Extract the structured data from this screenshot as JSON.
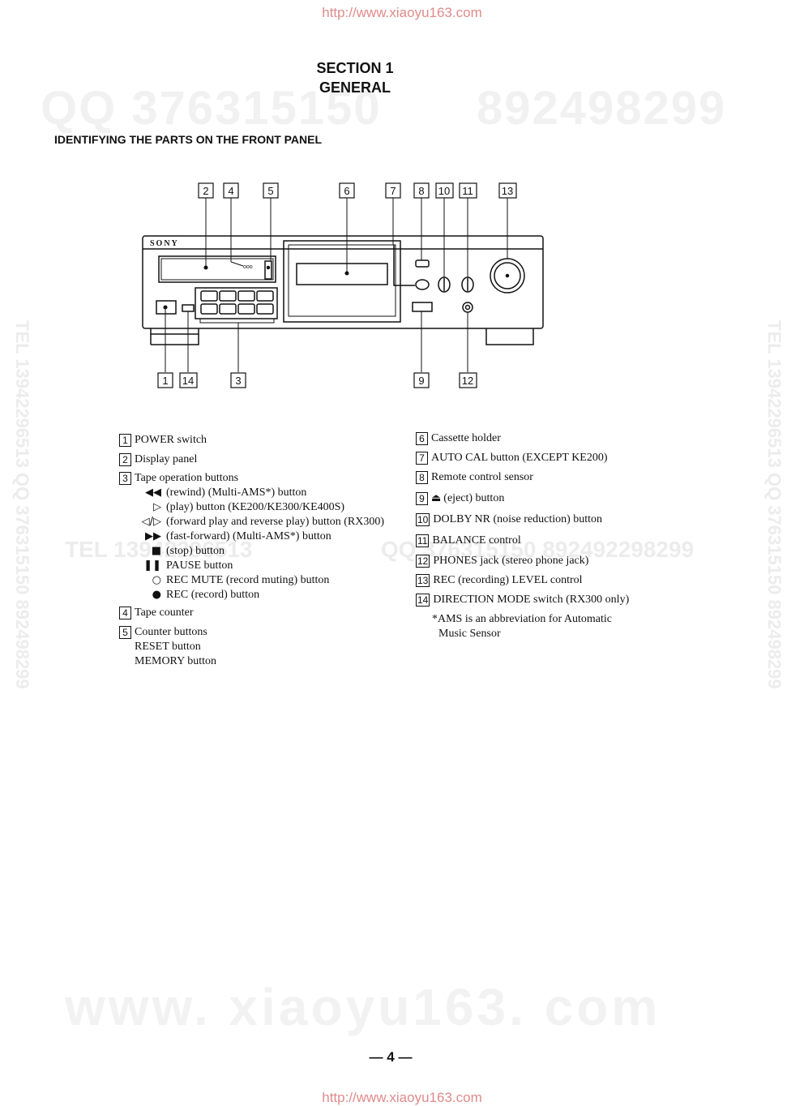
{
  "url": "http://www.xiaoyu163.com",
  "watermarks": {
    "qq_top_left": "QQ 376315150",
    "qq_top_right": "892498299",
    "tel_mid": "TEL 13942296513",
    "qq_mid": "QQ 376315150 892492298299",
    "site": "www. xiaoyu163. com",
    "vertical": "TEL 13942296513 QQ 376315150 892498299"
  },
  "section": {
    "line1": "SECTION 1",
    "line2": "GENERAL"
  },
  "subheading": "IDENTIFYING THE PARTS ON THE FRONT PANEL",
  "panel": {
    "brand": "SONY",
    "callouts_top": [
      "2",
      "4",
      "5",
      "6",
      "7",
      "8",
      "10",
      "11",
      "13"
    ],
    "callouts_bottom": [
      "1",
      "14",
      "3",
      "9",
      "12"
    ]
  },
  "legend_left": {
    "i1": {
      "num": "1",
      "label": "POWER switch"
    },
    "i2": {
      "num": "2",
      "label": "Display panel"
    },
    "i3": {
      "num": "3",
      "label": "Tape operation buttons"
    },
    "i3_subs": [
      {
        "sym": "◀◀",
        "text": "(rewind) (Multi-AMS*) button"
      },
      {
        "sym": "▷",
        "text": "(play) button (KE200/KE300/KE400S)"
      },
      {
        "sym": "◁/▷",
        "text": "(forward play and reverse play) button (RX300)"
      },
      {
        "sym": "▶▶",
        "text": "(fast-forward) (Multi-AMS*) button"
      },
      {
        "sym": "■",
        "text": "(stop) button"
      },
      {
        "sym": "❚❚",
        "text": "PAUSE button"
      },
      {
        "sym": "○",
        "text": "REC MUTE (record muting) button"
      },
      {
        "sym": "●",
        "text": "REC (record) button"
      }
    ],
    "i4": {
      "num": "4",
      "label": "Tape counter"
    },
    "i5": {
      "num": "5",
      "label": "Counter buttons"
    },
    "i5_subs": [
      "RESET button",
      "MEMORY button"
    ]
  },
  "legend_right": {
    "i6": {
      "num": "6",
      "label": "Cassette holder"
    },
    "i7": {
      "num": "7",
      "label": "AUTO CAL button (EXCEPT KE200)"
    },
    "i8": {
      "num": "8",
      "label": "Remote control sensor"
    },
    "i9": {
      "num": "9",
      "icon": "⏏",
      "label": "(eject) button"
    },
    "i10": {
      "num": "10",
      "label": "DOLBY NR (noise reduction) button"
    },
    "i11": {
      "num": "11",
      "label": "BALANCE control"
    },
    "i12": {
      "num": "12",
      "label": "PHONES jack (stereo phone jack)"
    },
    "i13": {
      "num": "13",
      "label": "REC (recording) LEVEL control"
    },
    "i14": {
      "num": "14",
      "label": "DIRECTION MODE switch (RX300 only)"
    },
    "note_line1": "*AMS is an abbreviation for Automatic",
    "note_line2": "Music Sensor"
  },
  "page_number": "— 4 —"
}
